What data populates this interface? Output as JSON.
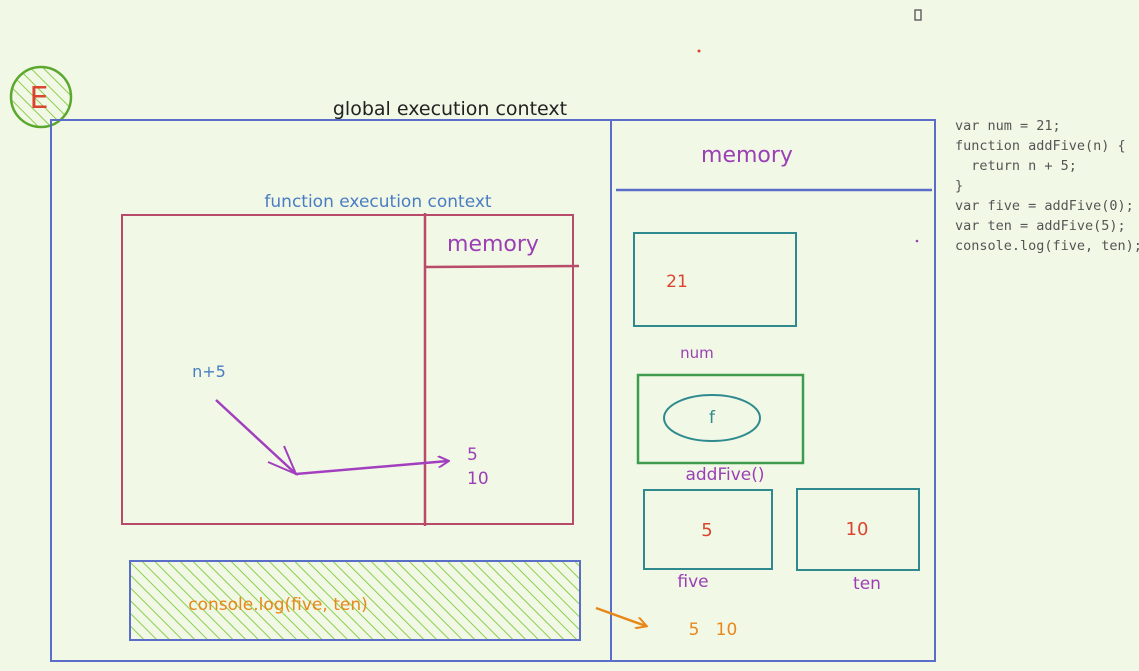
{
  "badge": {
    "letter": "E"
  },
  "global": {
    "title": "global execution context",
    "memory_title": "memory",
    "slots": {
      "num": {
        "value": "21",
        "label": "num"
      },
      "addFive": {
        "value": "f",
        "label": "addFive()"
      },
      "five": {
        "value": "5",
        "label": "five"
      },
      "ten": {
        "value": "10",
        "label": "ten"
      }
    }
  },
  "function_context": {
    "title": "function execution context",
    "memory_title": "memory",
    "expression": "n+5",
    "results": [
      "5",
      "10"
    ]
  },
  "call_stack_item": "console.log(five, ten)",
  "output": {
    "values": "5   10"
  },
  "code": [
    "var num = 21;",
    "function addFive(n) {",
    "  return n + 5;",
    "}",
    "var five = addFive(0);",
    "var ten = addFive(5);",
    "console.log(five, ten);"
  ],
  "colors": {
    "background": "#f1f8e6",
    "global_frame": "#5a6ec9",
    "function_frame": "#b84a6a",
    "memory_text": "#9b3fb5",
    "box_teal": "#2e8a8f",
    "box_green": "#3e9c4e",
    "value_red": "#d9452f",
    "orange": "#e8871a",
    "hatch_green": "#8ccf4a",
    "title_blue": "#4a7cc4"
  }
}
